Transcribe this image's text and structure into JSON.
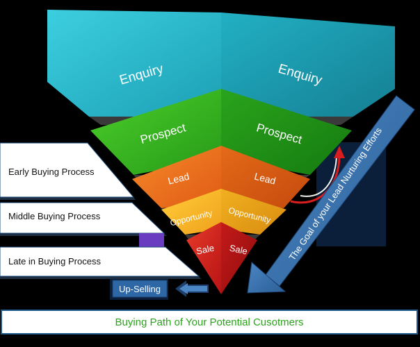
{
  "funnel": {
    "levels": [
      {
        "left_label": "Enquiry",
        "right_label": "Enquiry"
      },
      {
        "left_label": "Prospect",
        "right_label": "Prospect"
      },
      {
        "left_label": "Lead",
        "right_label": "Lead"
      },
      {
        "left_label": "Opportunity",
        "right_label": "Opportunity"
      },
      {
        "left_label": "Sale",
        "right_label": "Sale"
      }
    ]
  },
  "stages": [
    "Early Buying Process",
    "Middle Buying Process",
    "Late in Buying Process"
  ],
  "upsell_label": "Up-Selling",
  "arrow_label": "The Goal of your Lead Nurturing Efforts",
  "footer_title": "Buying Path of Your Potential Cusotmers",
  "colors": {
    "enquiry": "#29b8cc",
    "prospect": "#2ea81f",
    "lead": "#e8661a",
    "opportunity": "#f5b72a",
    "sale": "#cc1f1f",
    "arrow": "#2f6ba8",
    "footer_text": "#2aa31a"
  }
}
